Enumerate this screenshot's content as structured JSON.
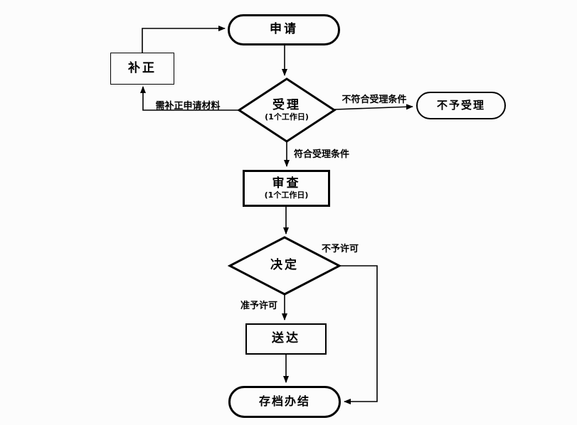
{
  "colors": {
    "background": "#fcfcfc",
    "stroke": "#000000",
    "text": "#000000"
  },
  "nodes": {
    "apply": {
      "label": "申请",
      "shape": "stadium"
    },
    "supplement": {
      "label": "补正",
      "shape": "rectangle"
    },
    "accept": {
      "label": "受理",
      "duration": "(1个工作日)",
      "shape": "diamond"
    },
    "not_accepted": {
      "label": "不予受理",
      "shape": "stadium"
    },
    "review": {
      "label": "审查",
      "duration": "(1个工作日)",
      "shape": "rectangle"
    },
    "decide": {
      "label": "决定",
      "shape": "diamond"
    },
    "deliver": {
      "label": "送达",
      "shape": "rectangle"
    },
    "archive": {
      "label": "存档办结",
      "shape": "stadium"
    }
  },
  "edges": {
    "need_supplement": "需补正申请材料",
    "not_meet_conditions": "不符合受理条件",
    "meet_conditions": "符合受理条件",
    "not_permitted": "不予许可",
    "permitted": "准予许可"
  }
}
